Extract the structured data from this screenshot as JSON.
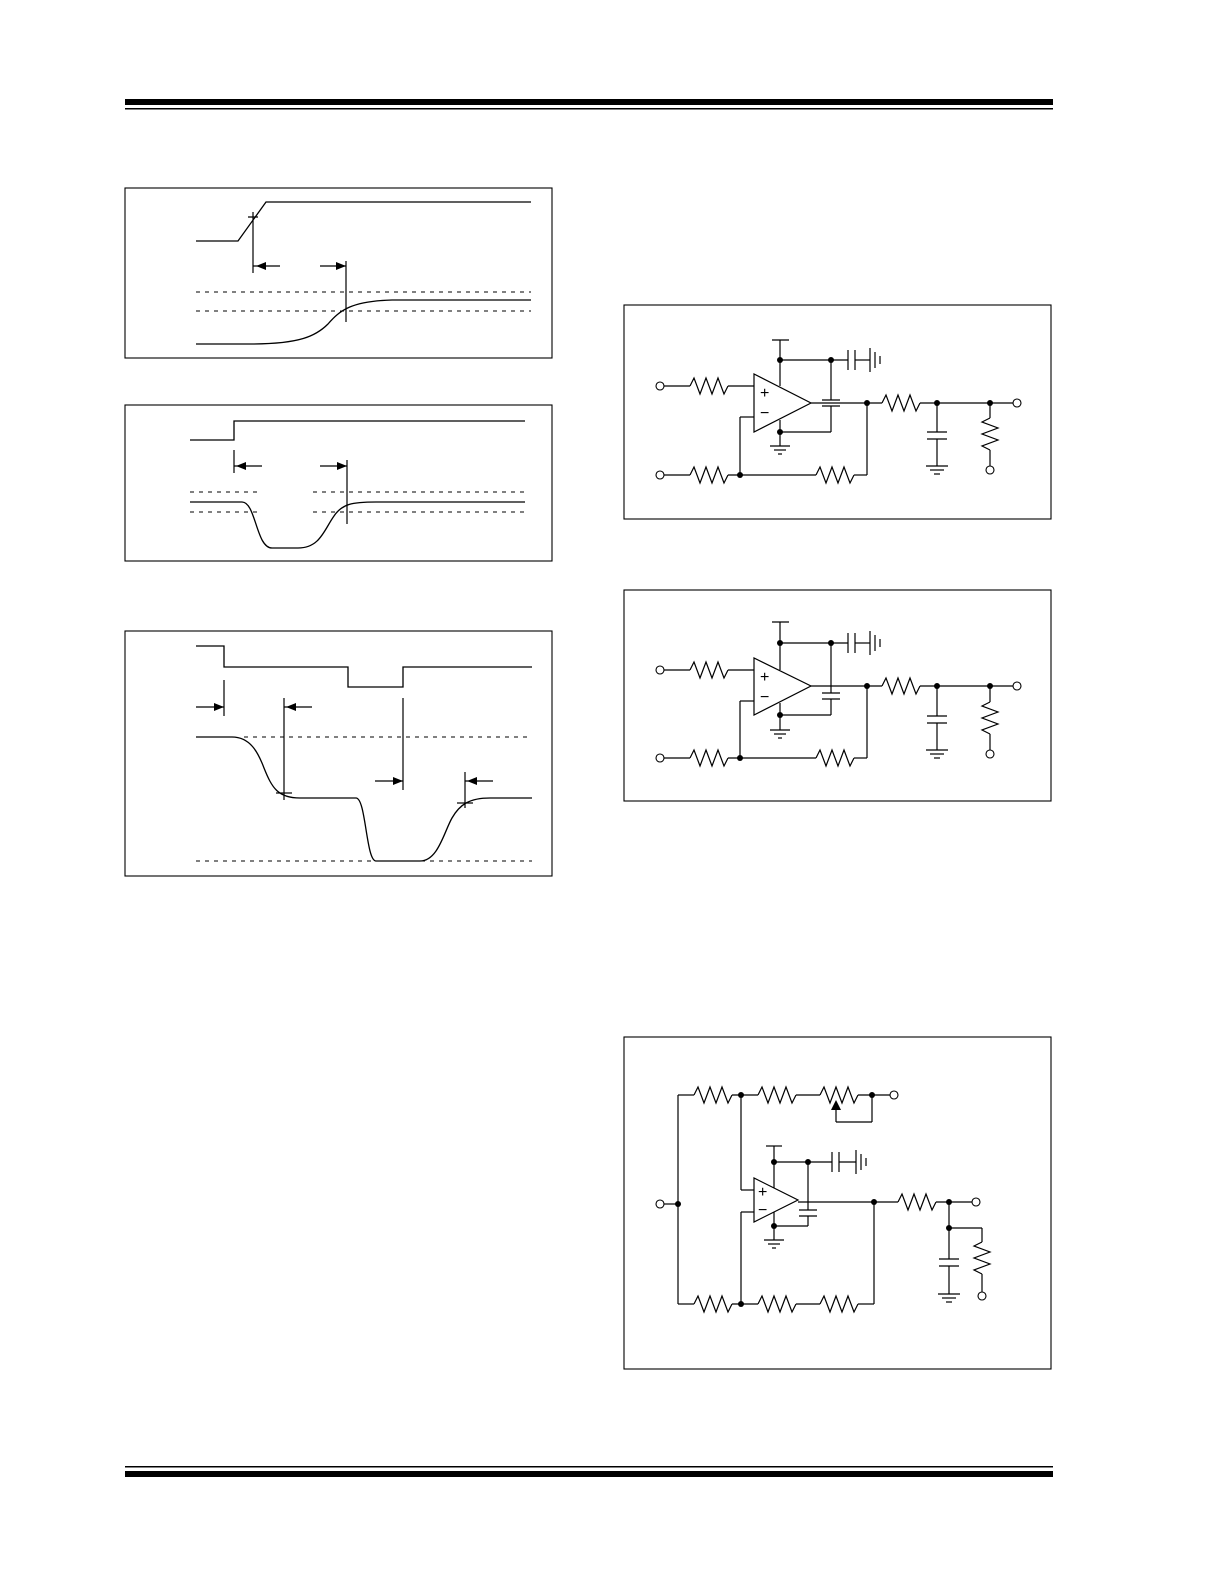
{
  "page": {
    "header_rule": "double-rule",
    "footer_rule": "double-rule"
  },
  "figures": [
    {
      "id": "timing-diagram-1",
      "kind": "timing",
      "labels": []
    },
    {
      "id": "timing-diagram-2",
      "kind": "timing",
      "labels": []
    },
    {
      "id": "timing-diagram-3",
      "kind": "timing",
      "labels": []
    },
    {
      "id": "circuit-diagram-1",
      "kind": "schematic",
      "labels": []
    },
    {
      "id": "circuit-diagram-2",
      "kind": "schematic",
      "labels": []
    },
    {
      "id": "circuit-diagram-3",
      "kind": "schematic",
      "labels": []
    }
  ],
  "op_amp_symbols": {
    "plus": "+",
    "minus": "−"
  },
  "colors": {
    "ink": "#000000",
    "paper": "#ffffff"
  }
}
